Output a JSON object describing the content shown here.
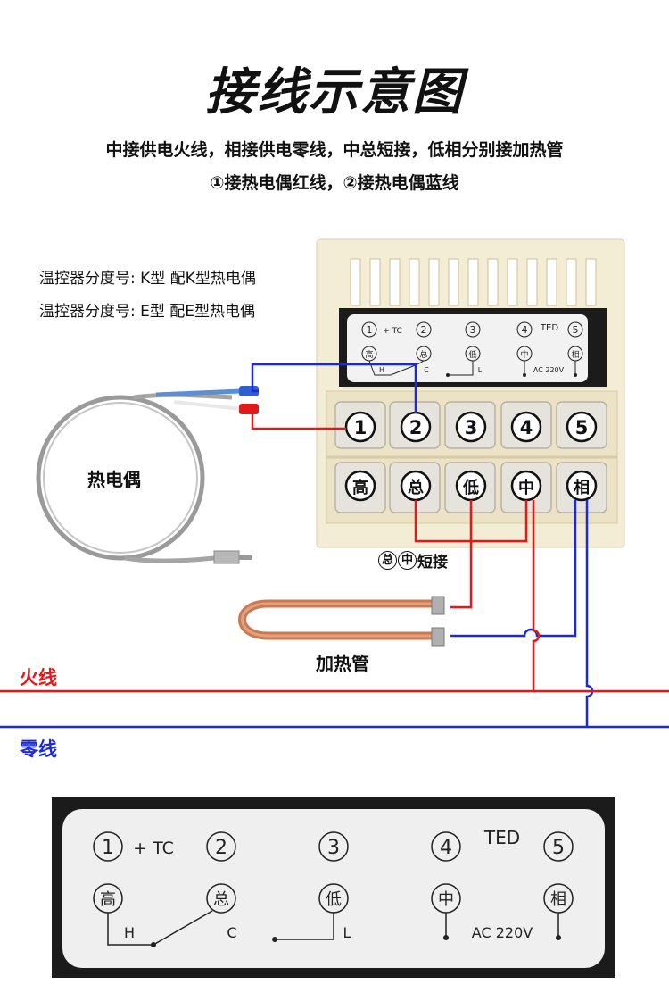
{
  "header": {
    "title": "接线示意图",
    "line1": "中接供电火线，相接供电零线，中总短接，低相分别接加热管",
    "line2": "①接热电偶红线，②接热电偶蓝线"
  },
  "specs": [
    "温控器分度号: K型  配K型热电偶",
    "温控器分度号: E型  配E型热电偶"
  ],
  "labels": {
    "thermocouple": "热电偶",
    "heater": "加热管",
    "short": "总中短接",
    "short_sym1": "总",
    "short_sym2": "中",
    "short_text": "短接",
    "live": "火线",
    "neutral": "零线"
  },
  "terminals_top": [
    "1",
    "2",
    "3",
    "4",
    "5"
  ],
  "terminals_bottom": [
    "高",
    "总",
    "低",
    "中",
    "相"
  ],
  "panel": {
    "brand": "TED",
    "tc": "+ TC",
    "numbers": [
      "1",
      "2",
      "3",
      "4",
      "5"
    ],
    "chars": [
      "高",
      "总",
      "低",
      "中",
      "相"
    ],
    "h": "H",
    "c": "C",
    "l": "L",
    "ac": "AC 220V"
  },
  "colors": {
    "live": "#e0191b",
    "neutral": "#1a2bd6",
    "device": "#f4edd6",
    "panel": "#1b1b1b"
  }
}
